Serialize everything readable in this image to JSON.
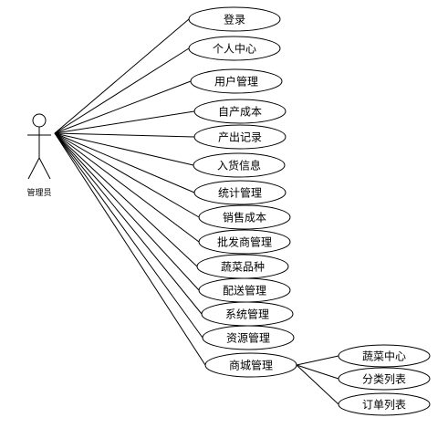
{
  "diagram": {
    "actor": {
      "label": "管理员"
    },
    "use_cases": [
      "登录",
      "个人中心",
      "用户管理",
      "自产成本",
      "产出记录",
      "入货信息",
      "统计管理",
      "销售成本",
      "批发商管理",
      "蔬菜品种",
      "配送管理",
      "系统管理",
      "资源管理",
      "商城管理"
    ],
    "sub_use_cases": {
      "parent": "商城管理",
      "children": [
        "蔬菜中心",
        "分类列表",
        "订单列表"
      ]
    }
  }
}
